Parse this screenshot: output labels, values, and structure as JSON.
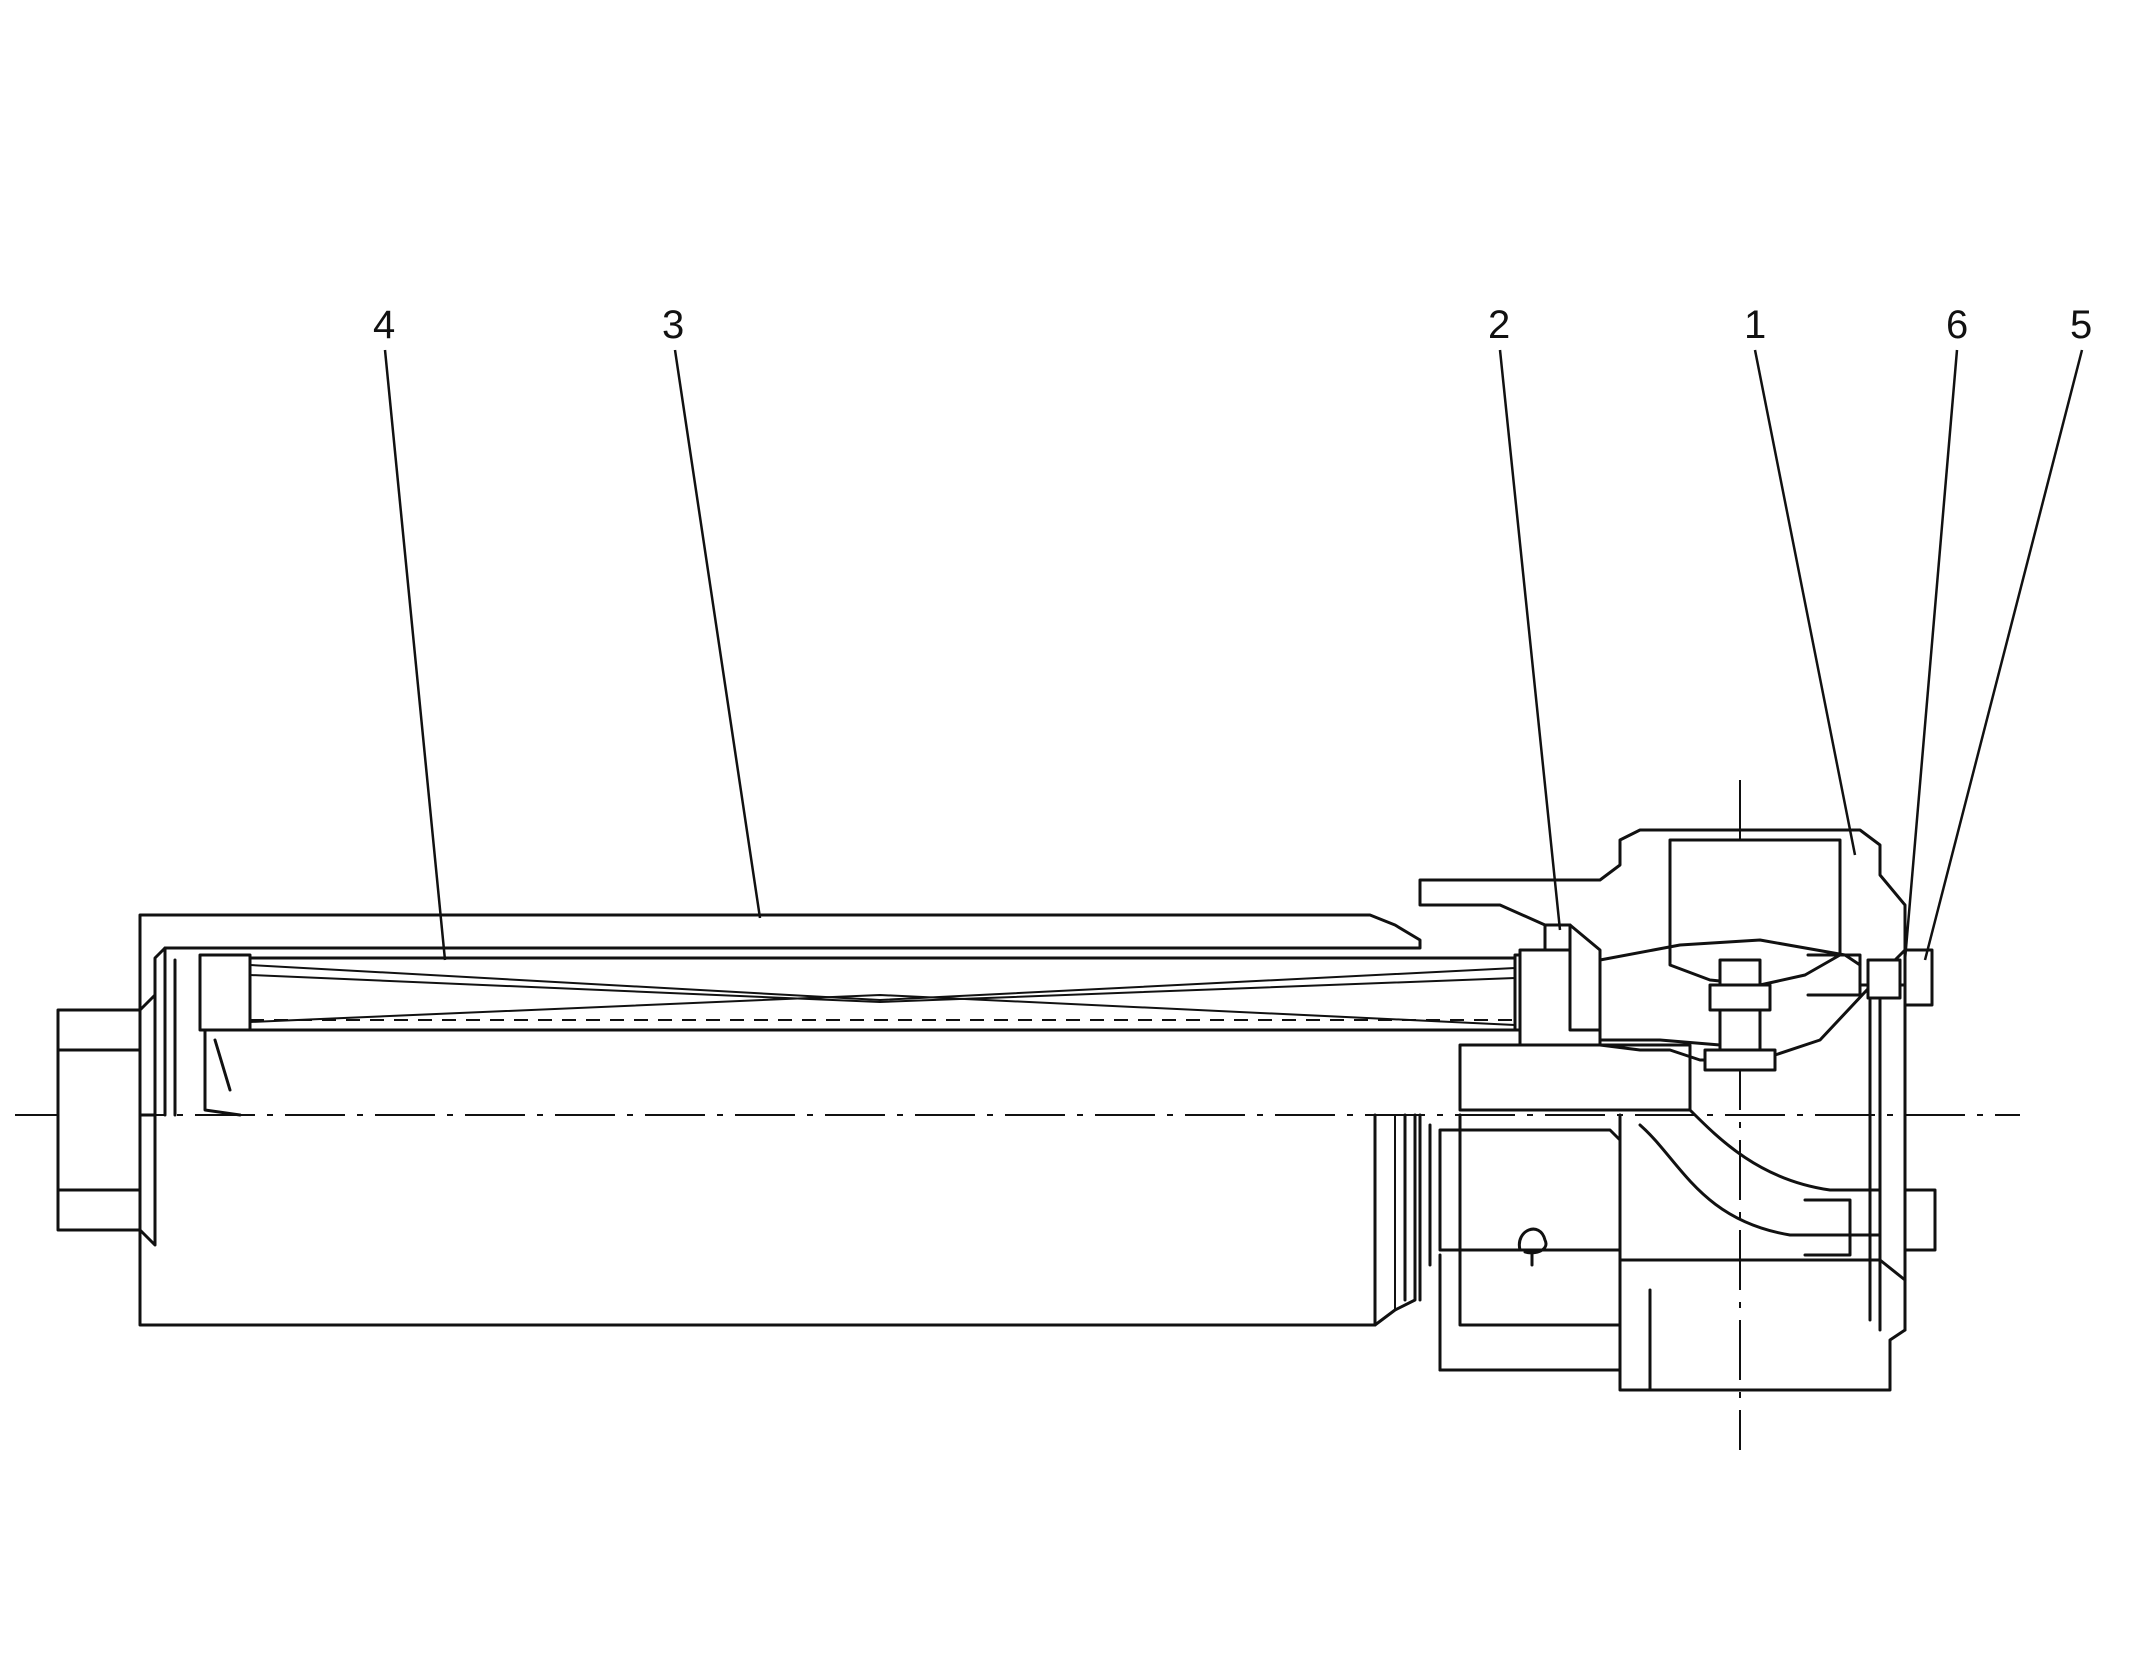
{
  "diagram": {
    "callouts": [
      {
        "id": "c4",
        "label": "4"
      },
      {
        "id": "c3",
        "label": "3"
      },
      {
        "id": "c2",
        "label": "2"
      },
      {
        "id": "c1",
        "label": "1"
      },
      {
        "id": "c6",
        "label": "6"
      },
      {
        "id": "c5",
        "label": "5"
      }
    ]
  },
  "colors": {
    "ink": "#111111",
    "paper": "#ffffff"
  }
}
